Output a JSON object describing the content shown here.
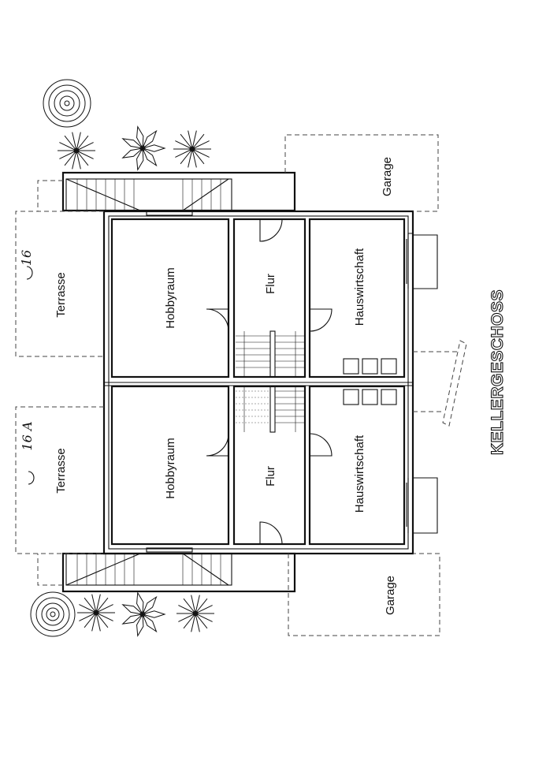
{
  "plan": {
    "title": "KELLERGESCHOSS",
    "rooms": {
      "upper": {
        "hobby": "Hobbyraum",
        "hall": "Flur",
        "utility": "Hauswirtschaft",
        "terrace": "Terrasse",
        "garage": "Garage",
        "note": "16"
      },
      "lower": {
        "hobby": "Hobbyraum",
        "hall": "Flur",
        "utility": "Hauswirtschaft",
        "terrace": "Terrasse",
        "garage": "Garage",
        "note": "16 A"
      }
    }
  }
}
